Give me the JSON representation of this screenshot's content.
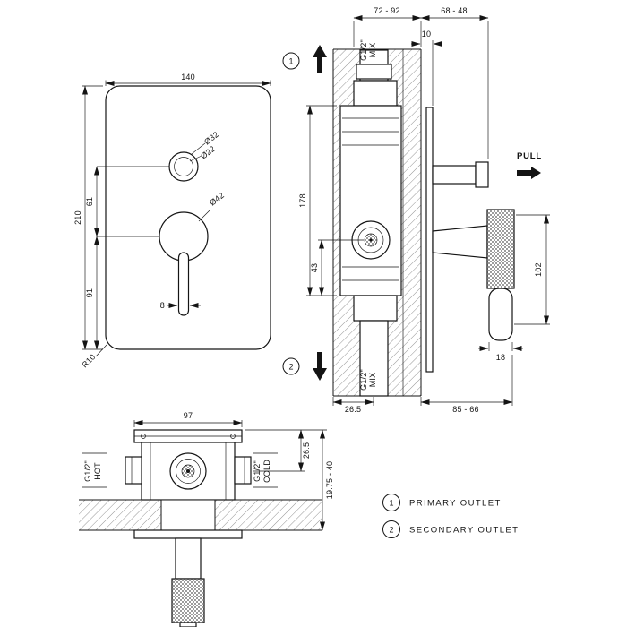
{
  "drawing": {
    "front_view": {
      "dim_width": "140",
      "dim_height": "210",
      "dim_upper_spacing": "61",
      "dim_lower_spacing": "91",
      "dim_lever_width": "8",
      "corner_radius": "R10",
      "dia_outer": "Ø32",
      "dia_inner": "Ø22",
      "dia_knob": "Ø42"
    },
    "section_view": {
      "dim_recess_depth": "72 - 92",
      "dim_knob_protrusion": "68 - 48",
      "dim_plate_gap": "10",
      "mix_top_thread": "G1/2\"",
      "mix_top_word": "MIX",
      "mix_bottom_thread": "G1/2\"",
      "mix_bottom_word": "MIX",
      "dim_body_height": "178",
      "dim_outlet_offset": "43",
      "dim_handle_length": "102",
      "dim_handle_end": "18",
      "dim_pipe_offset": "26.5",
      "dim_handle_range": "85 - 66",
      "pull_label": "PULL",
      "callout_primary": "1",
      "callout_secondary": "2"
    },
    "bottom_view": {
      "dim_width": "97",
      "hot_thread": "G1/2\"",
      "hot_word": "HOT",
      "cold_thread": "G1/2\"",
      "cold_word": "COLD",
      "dim_body_offset": "26.5",
      "dim_depth_range": "19.75 - 40"
    },
    "legend": {
      "items": [
        {
          "num": "1",
          "label": "PRIMARY OUTLET"
        },
        {
          "num": "2",
          "label": "SECONDARY OUTLET"
        }
      ]
    }
  }
}
